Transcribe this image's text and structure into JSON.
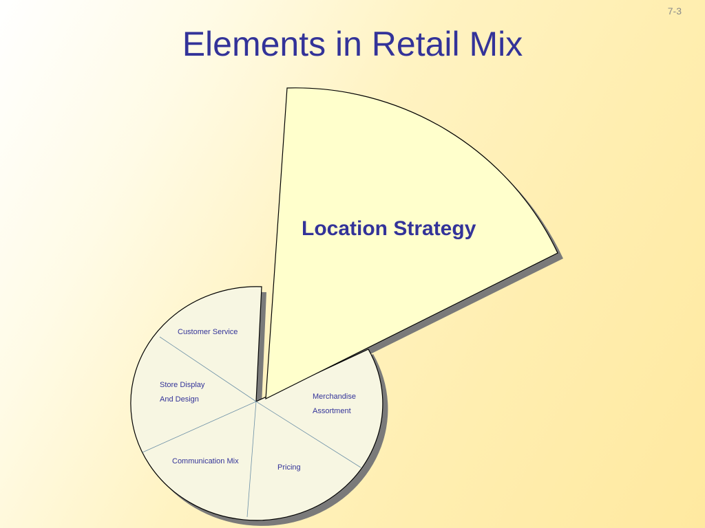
{
  "slide": {
    "title": "Elements in Retail Mix",
    "number": "7-3"
  },
  "diagram": {
    "exploded_slice": {
      "label": "Location Strategy"
    },
    "slices": [
      {
        "line1": "Customer Service",
        "line2": ""
      },
      {
        "line1": "Store Display",
        "line2": "And Design"
      },
      {
        "line1": "Communication Mix",
        "line2": ""
      },
      {
        "line1": "Pricing",
        "line2": ""
      },
      {
        "line1": "Merchandise",
        "line2": "Assortment"
      }
    ]
  },
  "colors": {
    "title": "#333399",
    "exploded_fill": "#ffffcc",
    "slice_fill": "#f7f6e2",
    "shadow": "#7a7a7a",
    "divider": "#6b8fa6"
  }
}
